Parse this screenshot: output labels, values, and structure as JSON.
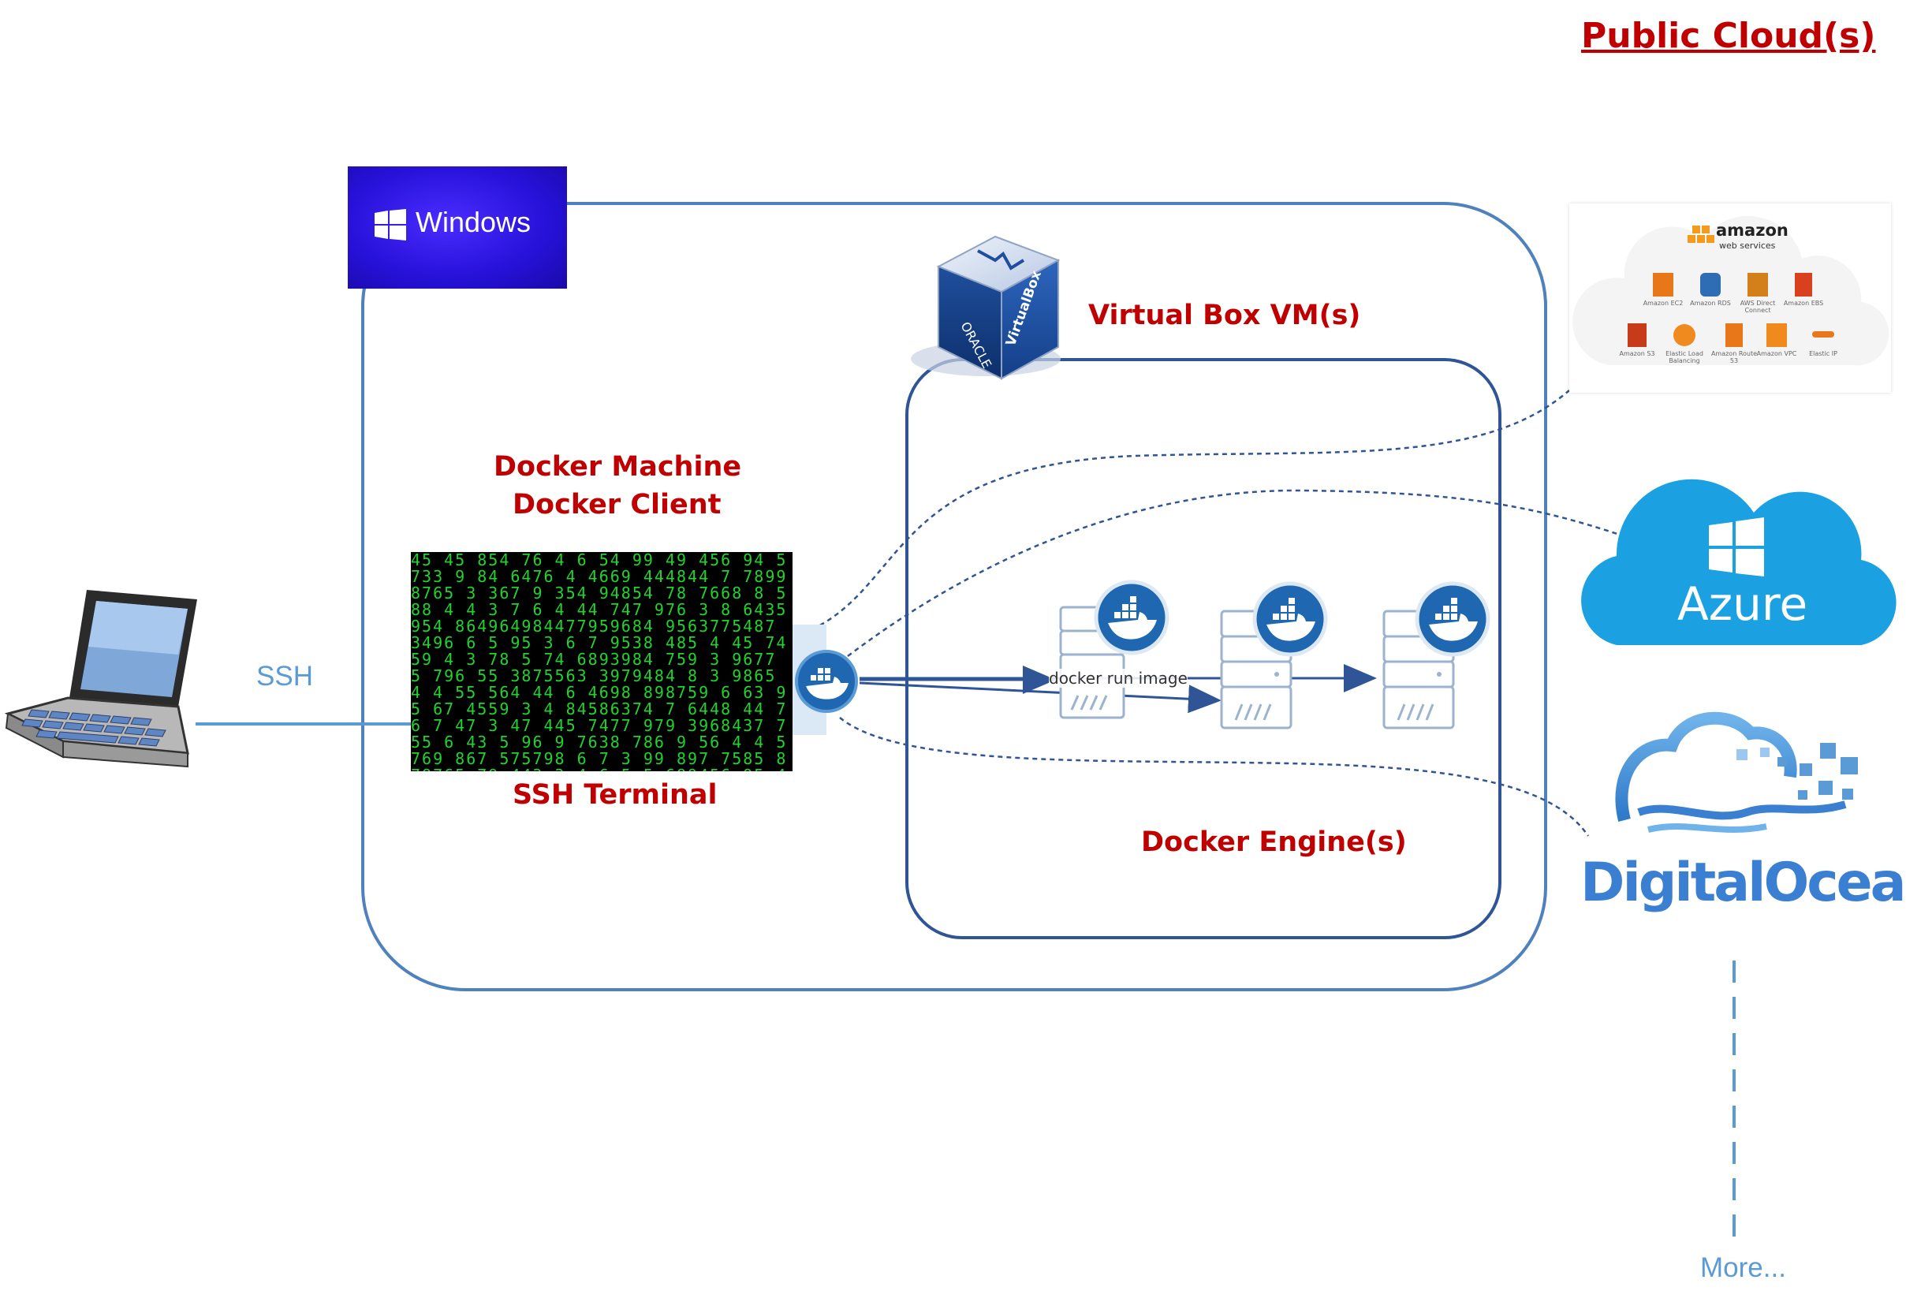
{
  "title": "Public Cloud(s)",
  "host_os": {
    "label": "Windows"
  },
  "labels": {
    "virtualbox": "Virtual Box VM(s)",
    "docker_machine": "Docker Machine",
    "docker_client": "Docker Client",
    "ssh_terminal": "SSH Terminal",
    "docker_engines": "Docker Engine(s)",
    "ssh": "SSH",
    "docker_run": "docker run image",
    "more": "More..."
  },
  "clouds": {
    "aws": {
      "brand": "amazon",
      "brand_sub": "web services",
      "services": [
        "Amazon EC2",
        "Amazon RDS",
        "AWS Direct Connect",
        "Amazon EBS",
        "Amazon S3",
        "Elastic Load Balancing",
        "Amazon Route 53",
        "Amazon VPC",
        "Elastic IP"
      ]
    },
    "azure": {
      "label": "Azure"
    },
    "digitalocean": {
      "label": "DigitalOcean"
    }
  },
  "icons": {
    "laptop": "laptop-icon",
    "windows": "windows-logo-icon",
    "virtualbox": "virtualbox-cube-icon",
    "docker": "docker-whale-icon",
    "server": "server-icon"
  },
  "colors": {
    "accent_red": "#c00000",
    "frame_blue": "#4f81bd",
    "link_blue": "#5b9bd5",
    "docker_blue": "#1f67b1",
    "terminal_green": "#1fd52b",
    "azure_blue": "#1ba1e2",
    "do_blue": "#3a7fd1"
  }
}
